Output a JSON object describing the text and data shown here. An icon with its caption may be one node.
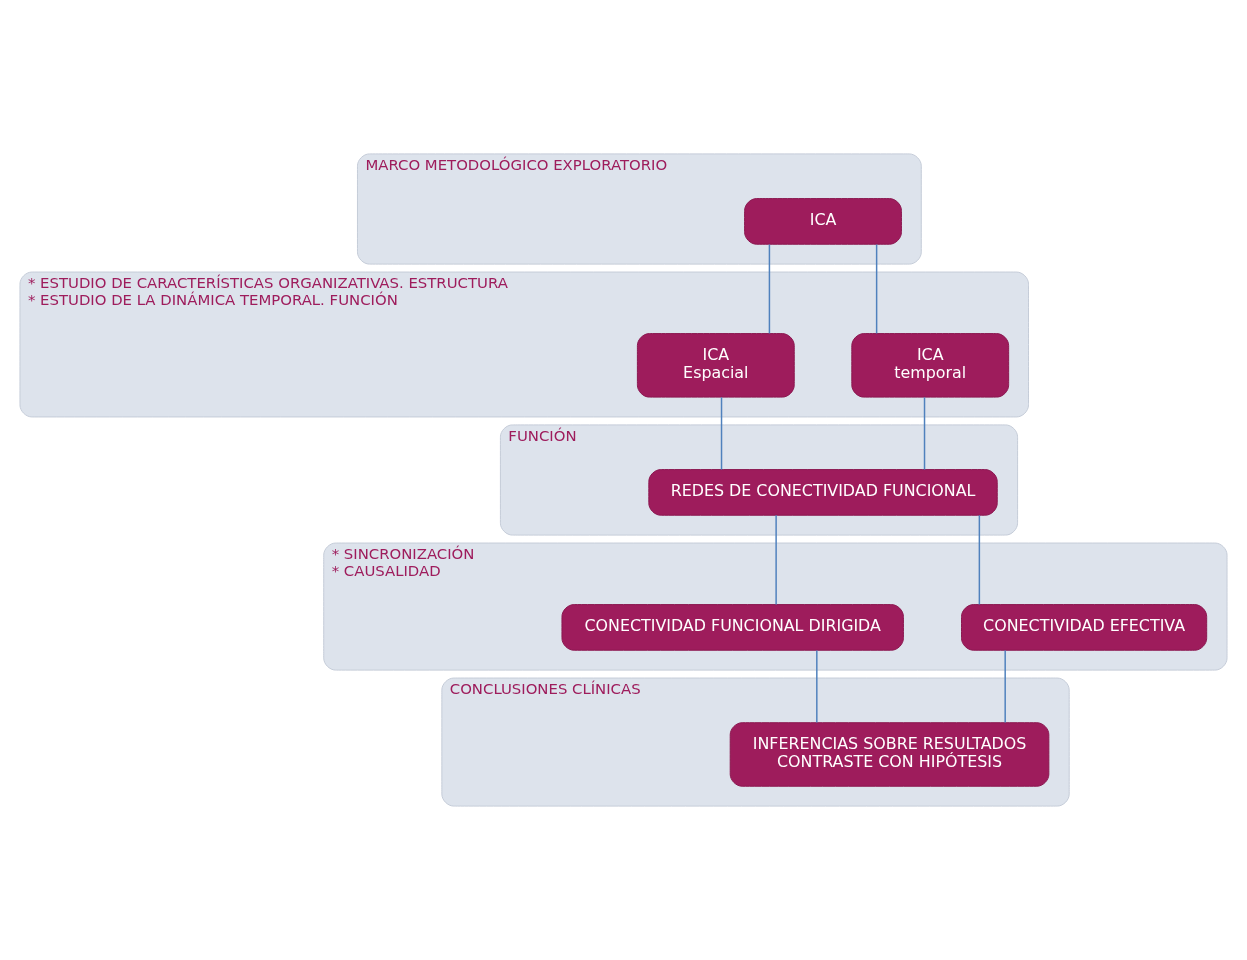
{
  "diagram": {
    "nodes": [
      {
        "text": [
          "MARCO METODOLÓGICO EXPLORATORIO"
        ]
      },
      {
        "text": [
          "ICA"
        ],
        "in": 0
      },
      {
        "text": [
          "* ESTUDIO DE CARACTERÍSTICAS ORGANIZATIVAS. ESTRUCTURA",
          "* ESTUDIO DE LA DINÁMICA TEMPORAL. FUNCIÓN"
        ]
      },
      {
        "text": [
          "ICA",
          "Espacial"
        ],
        "in": 2
      },
      {
        "text": [
          "ICA",
          "temporal"
        ],
        "in": 2
      },
      {
        "text": [
          "FUNCIÓN"
        ]
      },
      {
        "text": [
          "REDES DE CONECTIVIDAD FUNCIONAL"
        ],
        "in": 5
      },
      {
        "text": [
          "* SINCRONIZACIÓN",
          "* CAUSALIDAD"
        ]
      },
      {
        "text": [
          "CONECTIVIDAD FUNCIONAL DIRIGIDA"
        ],
        "in": 7
      },
      {
        "text": [
          "CONECTIVIDAD EFECTIVA"
        ],
        "in": 7
      },
      {
        "text": [
          "CONCLUSIONES CLÍNICAS"
        ]
      },
      {
        "text": [
          "INFERENCIAS SOBRE RESULTADOS",
          "CONTRASTE CON HIPÓTESIS"
        ],
        "in": 10
      }
    ],
    "edges": [
      {
        "from": 1,
        "to": 3,
        "arrow": "none"
      },
      {
        "from": 1,
        "to": 4,
        "arrow": "none"
      },
      {
        "from": 3,
        "to": 6,
        "arrow": "none"
      },
      {
        "from": 4,
        "to": 6,
        "arrow": "none"
      },
      {
        "from": 6,
        "to": 8,
        "arrow": "none"
      },
      {
        "from": 6,
        "to": 9,
        "arrow": "none"
      },
      {
        "from": 8,
        "to": 11,
        "arrow": "none"
      },
      {
        "from": 9,
        "to": 11,
        "arrow": "none"
      }
    ]
  }
}
